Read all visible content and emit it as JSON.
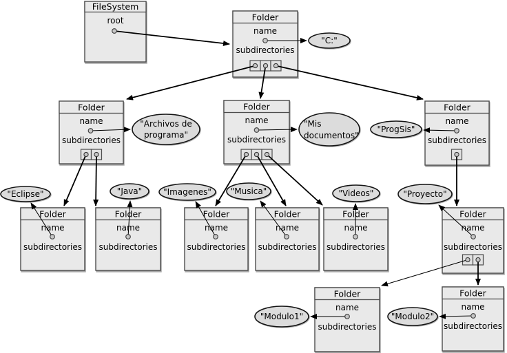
{
  "diagram": {
    "title": "FileSystem object diagram",
    "node_types": {
      "filesystem": {
        "title": "FileSystem",
        "attr_root": "root"
      },
      "folder": {
        "title": "Folder",
        "attr_name": "name",
        "attr_subdirectories": "subdirectories"
      }
    },
    "values": {
      "c": "\"C:\"",
      "archivos_line1": "\"Archivos de",
      "archivos_line2": "programa\"",
      "mis_line1": "\"Mis",
      "mis_line2": "documentos\"",
      "progsis": "\"ProgSis\"",
      "eclipse": "\"Eclipse\"",
      "java": "\"Java\"",
      "imagenes": "\"Imagenes\"",
      "musica": "\"Musica\"",
      "videos": "\"Videos\"",
      "proyecto": "\"Proyecto\"",
      "modulo1": "\"Modulo1\"",
      "modulo2": "\"Modulo2\""
    },
    "colors": {
      "background": "#ffffff",
      "box_fill": "#e9e9e9",
      "box_stroke": "#4d4d4d",
      "ellipse_fill": "#dcdcdc",
      "ellipse_stroke": "#141414",
      "port_fill": "#c6c6c6",
      "arrow": "#000000"
    }
  }
}
